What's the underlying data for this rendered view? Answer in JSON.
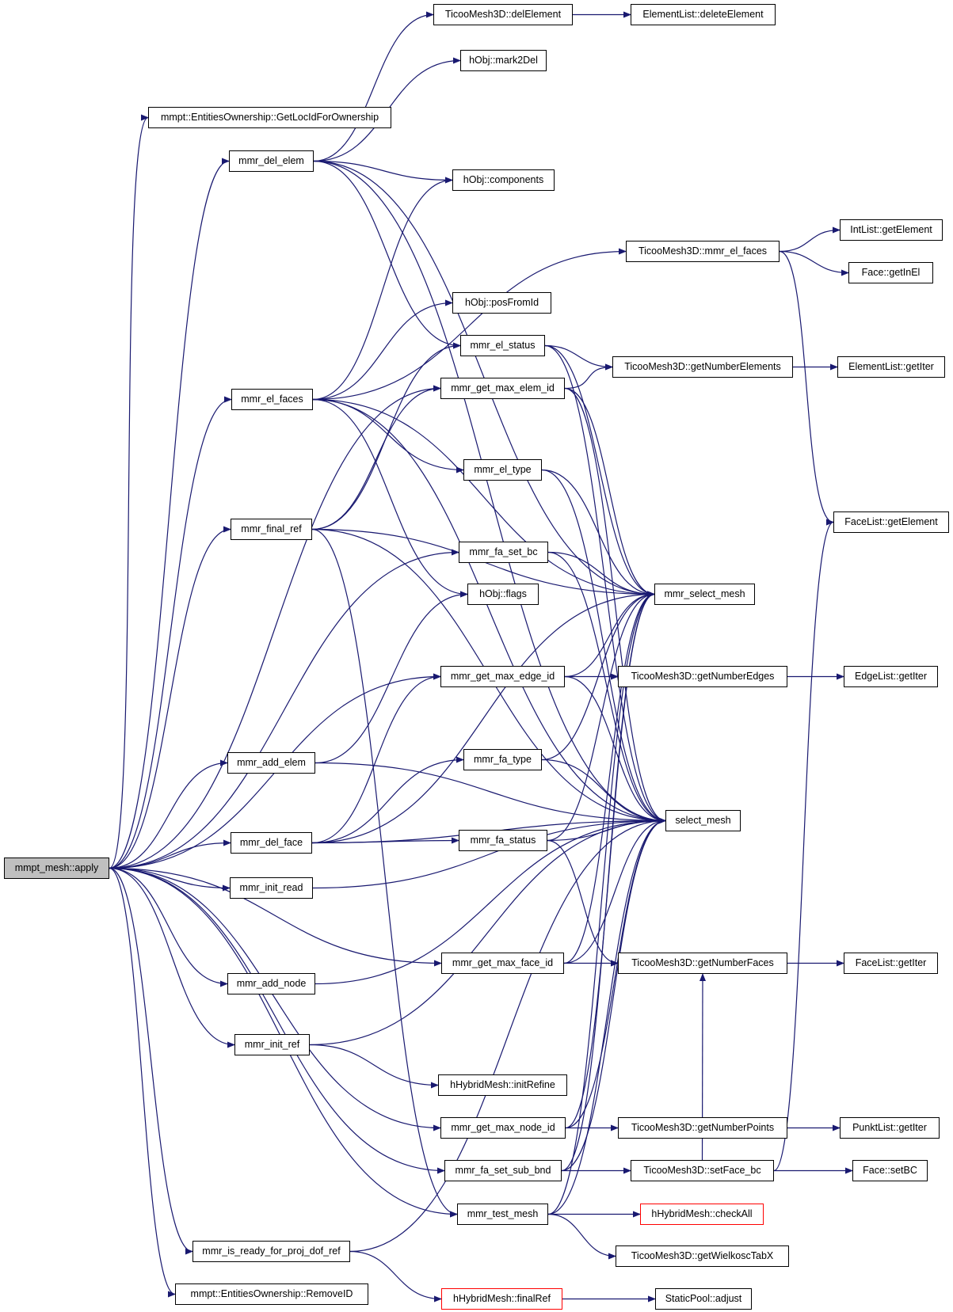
{
  "colors": {
    "edge": "#191970",
    "root_fill": "#bfbfbf",
    "box_border": "#000000",
    "truncated_border": "#ff0000"
  },
  "nodes": {
    "apply": "mmpt_mesh::apply",
    "del_element": "TicooMesh3D::delElement",
    "delete_element": "ElementList::deleteElement",
    "mark2del": "hObj::mark2Del",
    "get_locid": "mmpt::EntitiesOwnership::GetLocIdForOwnership",
    "mmr_del_elem": "mmr_del_elem",
    "components": "hObj::components",
    "mmr_el_faces_t": "TicooMesh3D::mmr_el_faces",
    "intlist_get": "IntList::getElement",
    "face_getinel": "Face::getInEl",
    "posfromid": "hObj::posFromId",
    "mmr_el_status": "mmr_el_status",
    "get_num_elements": "TicooMesh3D::getNumberElements",
    "elementlist_getiter": "ElementList::getIter",
    "mmr_el_faces": "mmr_el_faces",
    "mmr_get_max_elem_id": "mmr_get_max_elem_id",
    "mmr_el_type": "mmr_el_type",
    "facelist_getelement": "FaceList::getElement",
    "mmr_final_ref": "mmr_final_ref",
    "mmr_fa_set_bc": "mmr_fa_set_bc",
    "hobj_flags": "hObj::flags",
    "mmr_select_mesh": "mmr_select_mesh",
    "mmr_get_max_edge_id": "mmr_get_max_edge_id",
    "get_num_edges": "TicooMesh3D::getNumberEdges",
    "edgelist_getiter": "EdgeList::getIter",
    "mmr_fa_type": "mmr_fa_type",
    "mmr_add_elem": "mmr_add_elem",
    "select_mesh": "select_mesh",
    "mmr_fa_status": "mmr_fa_status",
    "mmr_del_face": "mmr_del_face",
    "mmr_init_read": "mmr_init_read",
    "mmr_get_max_face_id": "mmr_get_max_face_id",
    "get_num_faces": "TicooMesh3D::getNumberFaces",
    "facelist_getiter": "FaceList::getIter",
    "mmr_add_node": "mmr_add_node",
    "mmr_init_ref": "mmr_init_ref",
    "init_refine": "hHybridMesh::initRefine",
    "mmr_get_max_node_id": "mmr_get_max_node_id",
    "get_num_points": "TicooMesh3D::getNumberPoints",
    "punktlist_getiter": "PunktList::getIter",
    "mmr_fa_set_sub_bnd": "mmr_fa_set_sub_bnd",
    "setface_bc": "TicooMesh3D::setFace_bc",
    "face_setbc": "Face::setBC",
    "mmr_test_mesh": "mmr_test_mesh",
    "check_all": "hHybridMesh::checkAll",
    "get_wielkosc": "TicooMesh3D::getWielkoscTabX",
    "mmr_is_ready": "mmr_is_ready_for_proj_dof_ref",
    "final_ref": "hHybridMesh::finalRef",
    "static_adjust": "StaticPool::adjust",
    "remove_id": "mmpt::EntitiesOwnership::RemoveID"
  }
}
